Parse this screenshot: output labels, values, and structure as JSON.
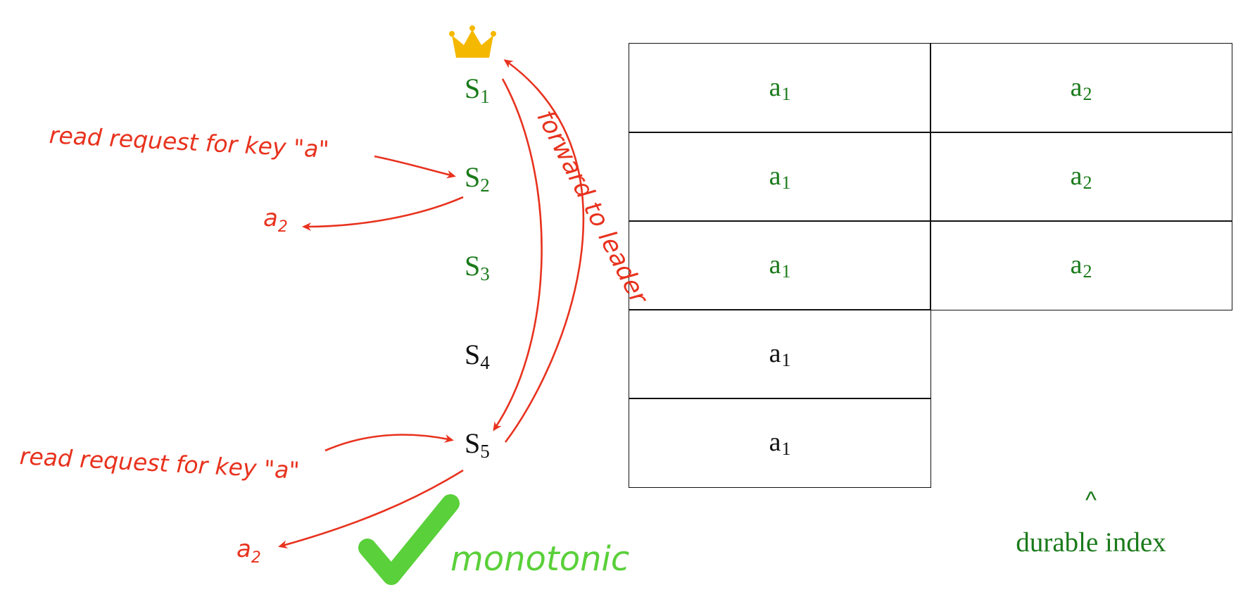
{
  "colors": {
    "committed": "#1a7a1a",
    "uncommitted": "#111111",
    "annotation": "#e8321e",
    "check": "#5ad03a",
    "crown": "#f5b800"
  },
  "leader_icon": "crown-icon",
  "servers": [
    {
      "name": "S",
      "sub": "1",
      "committed": true,
      "log": [
        {
          "v": "a",
          "s": "1"
        },
        {
          "v": "a",
          "s": "2"
        }
      ]
    },
    {
      "name": "S",
      "sub": "2",
      "committed": true,
      "log": [
        {
          "v": "a",
          "s": "1"
        },
        {
          "v": "a",
          "s": "2"
        }
      ]
    },
    {
      "name": "S",
      "sub": "3",
      "committed": true,
      "log": [
        {
          "v": "a",
          "s": "1"
        },
        {
          "v": "a",
          "s": "2"
        }
      ]
    },
    {
      "name": "S",
      "sub": "4",
      "committed": false,
      "log": [
        {
          "v": "a",
          "s": "1"
        }
      ]
    },
    {
      "name": "S",
      "sub": "5",
      "committed": false,
      "log": [
        {
          "v": "a",
          "s": "1"
        }
      ]
    }
  ],
  "annotations": {
    "read_request_1": "read request for key \"a\"",
    "read_request_2": "read request for key \"a\"",
    "response_1": {
      "v": "a",
      "s": "2"
    },
    "response_2": {
      "v": "a",
      "s": "2"
    },
    "forward": "forward to leader",
    "monotonic": "monotonic"
  },
  "durable_index": {
    "caret": "^",
    "label": "durable index"
  }
}
